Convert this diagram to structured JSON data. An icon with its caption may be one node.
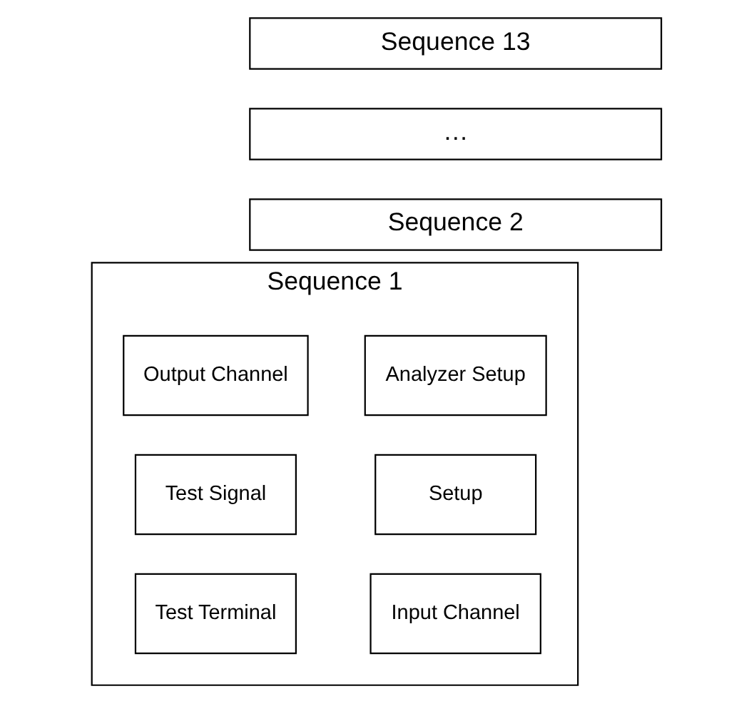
{
  "diagram": {
    "nodes": [
      {
        "text": [
          "Sequence 13"
        ]
      },
      {
        "text": [
          "…"
        ]
      },
      {
        "text": [
          "Sequence 2"
        ]
      },
      {
        "text": [
          "Sequence 1"
        ]
      },
      {
        "text": [
          "Analyzer Setup"
        ],
        "in": 3
      },
      {
        "text": [
          "Output Channel"
        ],
        "in": 3
      },
      {
        "text": [
          "Setup"
        ],
        "in": 3
      },
      {
        "text": [
          "Test Signal"
        ],
        "in": 3
      },
      {
        "text": [
          "Input Channel"
        ],
        "in": 3
      },
      {
        "text": [
          "Test Terminal"
        ],
        "in": 3
      }
    ],
    "edges": []
  }
}
